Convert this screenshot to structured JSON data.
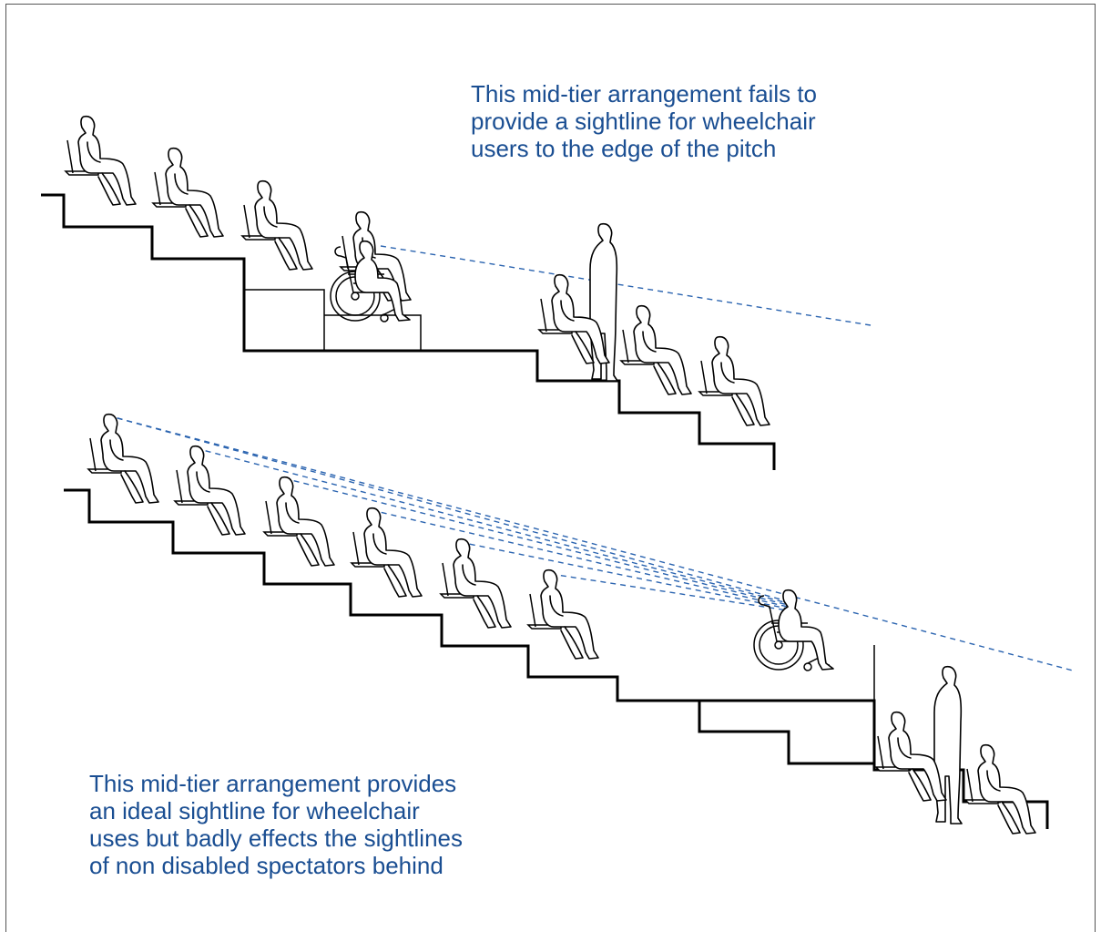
{
  "colors": {
    "caption": "#1a4e92",
    "sightline": "#2b64b0",
    "line": "#000000",
    "frame": "#555555"
  },
  "captions": {
    "top": [
      "This mid-tier arrangement fails to",
      "provide a sightline for wheelchair",
      "users to the edge of the pitch"
    ],
    "bottom": [
      "This mid-tier arrangement provides",
      "an ideal sightline for wheelchair",
      "uses but badly effects the sightlines",
      "of non disabled spectators behind"
    ]
  },
  "icons": {
    "seated_spectator": "seated-spectator-icon",
    "standing_spectator": "standing-spectator-icon",
    "wheelchair_user": "wheelchair-user-icon",
    "companion": "companion-spectator-icon"
  }
}
